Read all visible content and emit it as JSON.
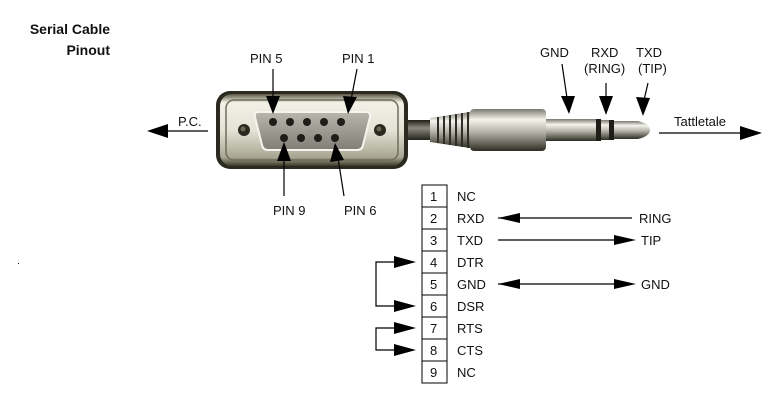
{
  "title": {
    "line1": "Serial Cable",
    "line2": "Pinout"
  },
  "db9_labels": {
    "pin5": "PIN 5",
    "pin1": "PIN 1",
    "pin9": "PIN 9",
    "pin6": "PIN 6",
    "pc": "P.C."
  },
  "jack_labels": {
    "gnd": "GND",
    "rxd": "RXD",
    "ring": "(RING)",
    "txd": "TXD",
    "tip": "(TIP)",
    "tattletale": "Tattletale"
  },
  "pinout": {
    "pins": [
      {
        "number": "1",
        "signal": "NC"
      },
      {
        "number": "2",
        "signal": "RXD"
      },
      {
        "number": "3",
        "signal": "TXD"
      },
      {
        "number": "4",
        "signal": "DTR"
      },
      {
        "number": "5",
        "signal": "GND"
      },
      {
        "number": "6",
        "signal": "DSR"
      },
      {
        "number": "7",
        "signal": "RTS"
      },
      {
        "number": "8",
        "signal": "CTS"
      },
      {
        "number": "9",
        "signal": "NC"
      }
    ],
    "connections": [
      {
        "pin": "2",
        "target": "RING",
        "direction": "into-pin"
      },
      {
        "pin": "3",
        "target": "TIP",
        "direction": "out-of-pin"
      },
      {
        "pin": "5",
        "target": "GND",
        "direction": "both"
      }
    ],
    "loopbacks": [
      {
        "from": "4",
        "to": "6"
      },
      {
        "from": "7",
        "to": "8"
      }
    ]
  },
  "colors": {
    "shell_dark": "#2b2a20",
    "shell_light": "#e9e8dc",
    "shell_mid": "#8d8b79",
    "face": "#9c9a92",
    "pin_hole": "#1e1d18",
    "jack_metal": "#c9c8c0",
    "jack_dark": "#3a3930",
    "line": "#000000"
  }
}
